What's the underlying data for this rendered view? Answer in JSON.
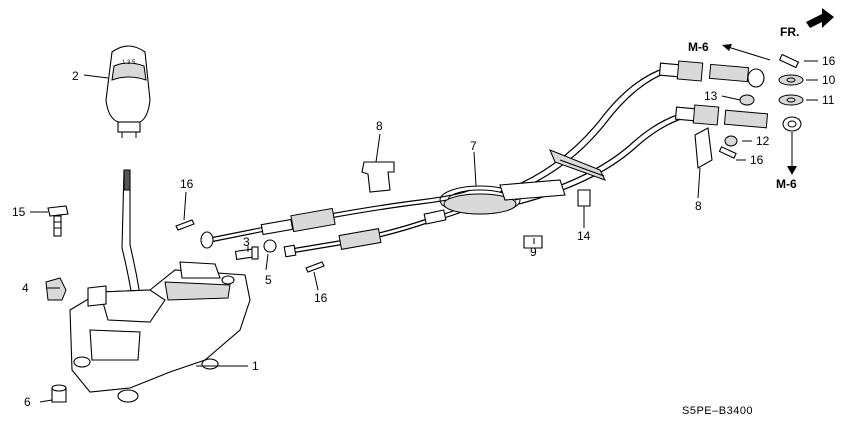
{
  "diagram": {
    "code": "S5PE–B3400",
    "direction_label": "FR.",
    "ref_labels": {
      "top": "M-6",
      "bottom": "M-6"
    },
    "callouts": [
      {
        "id": "c1",
        "text": "1"
      },
      {
        "id": "c2",
        "text": "2"
      },
      {
        "id": "c3",
        "text": "3"
      },
      {
        "id": "c4",
        "text": "4"
      },
      {
        "id": "c5",
        "text": "5"
      },
      {
        "id": "c6",
        "text": "6"
      },
      {
        "id": "c7",
        "text": "7"
      },
      {
        "id": "c8a",
        "text": "8"
      },
      {
        "id": "c8b",
        "text": "8"
      },
      {
        "id": "c9",
        "text": "9"
      },
      {
        "id": "c10",
        "text": "10"
      },
      {
        "id": "c11",
        "text": "11"
      },
      {
        "id": "c12",
        "text": "12"
      },
      {
        "id": "c13",
        "text": "13"
      },
      {
        "id": "c14",
        "text": "14"
      },
      {
        "id": "c15",
        "text": "15"
      },
      {
        "id": "c16a",
        "text": "16"
      },
      {
        "id": "c16b",
        "text": "16"
      },
      {
        "id": "c16c",
        "text": "16"
      },
      {
        "id": "c16d",
        "text": "16"
      }
    ]
  }
}
